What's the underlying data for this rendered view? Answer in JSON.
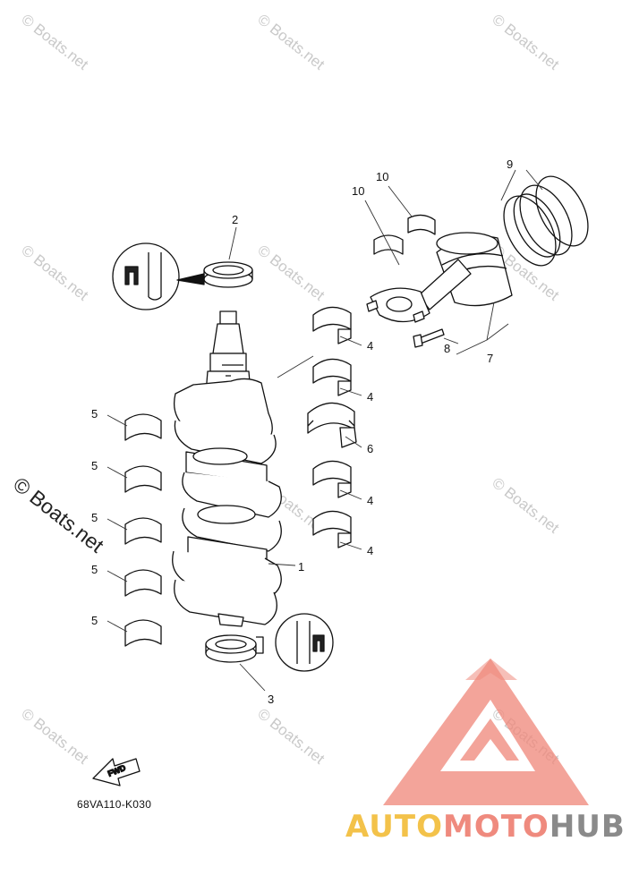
{
  "watermark": {
    "text": "© Boats.net"
  },
  "diagram": {
    "code": "68VA110-K030",
    "direction_label": "FWD"
  },
  "callouts": {
    "c1": "1",
    "c2": "2",
    "c3": "3",
    "c4a": "4",
    "c4b": "4",
    "c4c": "4",
    "c4d": "4",
    "c5a": "5",
    "c5b": "5",
    "c5c": "5",
    "c5d": "5",
    "c5e": "5",
    "c6": "6",
    "c7": "7",
    "c8": "8",
    "c9": "9",
    "c10a": "10",
    "c10b": "10"
  },
  "brand": {
    "part1": "AUTO",
    "part2": "MOTO",
    "part3": "HUB",
    "triangle_color": "#ef8a7e"
  }
}
